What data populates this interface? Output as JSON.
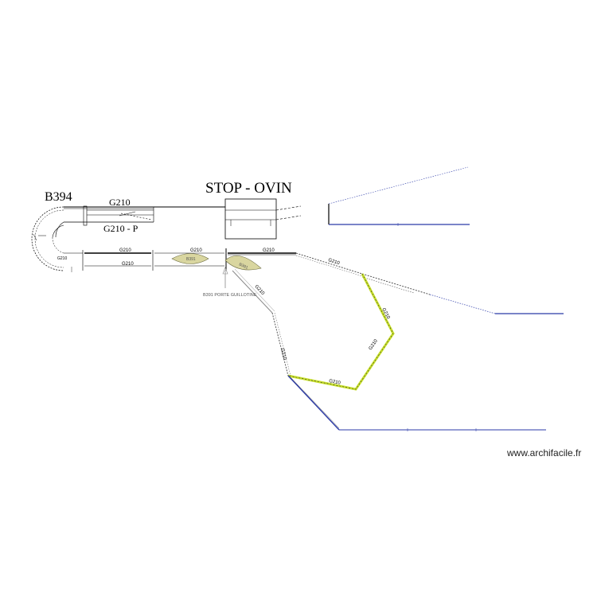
{
  "labels": {
    "b394": "B394",
    "stop_ovin": "STOP - OVIN",
    "g210_top": "G210",
    "g210_p": "G210 - P",
    "g210_mid": "G210",
    "g210_mid2": "G210",
    "g210_after_gate": "G210",
    "g210_right": "G210",
    "g210_bottom": "G210",
    "g210_center": "G210",
    "g210_pen_left": "G210",
    "g210_pen_right": "G210",
    "g210_diag_down": "G210",
    "g210_lower_left": "G210",
    "g210_left_small": "G210",
    "b391_label": "B391 PORTE GUILLOTINE",
    "leaf_1": "B391",
    "leaf_2": "B391",
    "watermark": "www.archifacile.fr"
  },
  "colors": {
    "wall": "#000000",
    "blue_fence": "#2b3aa8",
    "dashed_fence": "#555555",
    "yellow_fence": "#c8e02a",
    "leaf_fill": "#d9d6a0",
    "leaf_stroke": "#6b6b40",
    "gray_line": "#9a9a9a"
  }
}
